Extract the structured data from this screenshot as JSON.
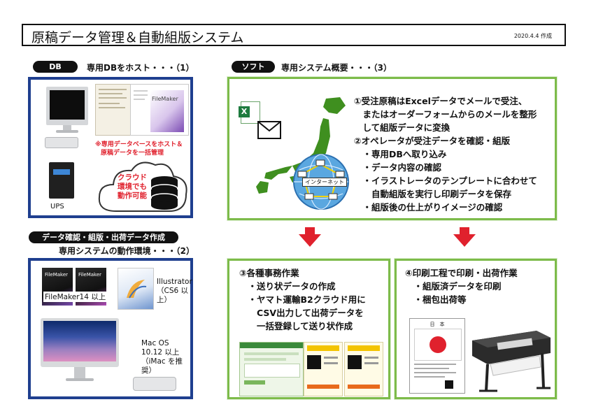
{
  "header": {
    "title": "原稿データ管理＆自動組版システム",
    "date": "2020.4.4 作成"
  },
  "db_section": {
    "pill": "DB",
    "label": "専用DBをホスト・・・（1）",
    "note_line1": "※専用データベースをホスト＆",
    "note_line2": "原稿データを一括管理",
    "cloud_line1": "クラウド",
    "cloud_line2": "環境でも",
    "cloud_line3": "動作可能",
    "ups_label": "UPS",
    "filemaker_logo": "FileMaker"
  },
  "env_section": {
    "pill": "データ確認・組版・出荷データ作成",
    "label": "専用システムの動作環境・・・（2）",
    "filemaker_version": "FileMaker14 以上",
    "illustrator_line1": "Illustrator",
    "illustrator_line2": "（CS6 以上）",
    "macos_line1": "Mac OS",
    "macos_line2": "10.12 以上",
    "macos_line3": "（iMac を推奨）",
    "box1_logo": "FileMaker",
    "box2_logo": "FileMaker"
  },
  "soft_section": {
    "pill": "ソフト",
    "label": "専用システム概要・・・（3）",
    "internet_label": "インターネット",
    "lines": [
      "①受注原稿はExcelデータでメールで受注、",
      "　またはオーダーフォームからのメールを整形",
      "　して組版データに変換",
      "②オペレータが受注データを確認・組版",
      "　・専用DBへ取り込み",
      "　・データ内容の確認",
      "　・イラストレータのテンプレートに合わせて",
      "　　自動組版を実行し印刷データを保存",
      "　・組版後の仕上がりイメージの確認"
    ]
  },
  "office_box": {
    "lines": [
      "③各種事務作業",
      "　・送り状データの作成",
      "　・ヤマト運輸B2クラウド用に",
      "　　CSV出力して出荷データを",
      "　　一括登録して送り状作成"
    ]
  },
  "print_box": {
    "lines": [
      "④印刷工程で印刷・出荷作業",
      "　・組版済データを印刷",
      "　・梱包出荷等"
    ],
    "flag_caption": "日　本"
  },
  "colors": {
    "db_border": "#1f3f8f",
    "green_border": "#7dbb4a",
    "accent_red": "#e0212d"
  }
}
